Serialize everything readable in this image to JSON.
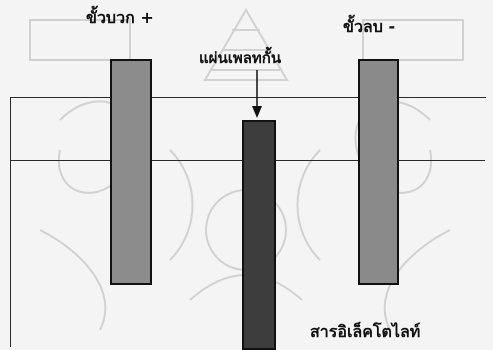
{
  "labels": {
    "positive_terminal": "ขั้วบวก +",
    "negative_terminal": "ขั้วลบ -",
    "separator_plate": "แผ่นเพลทกั้น",
    "electrolyte": "สารอิเล็คโตไลท์"
  },
  "colors": {
    "background": "#f4f4f4",
    "plate_fill": "#8c8c8c",
    "separator_fill": "#3d3d3d",
    "outline": "#111111"
  }
}
